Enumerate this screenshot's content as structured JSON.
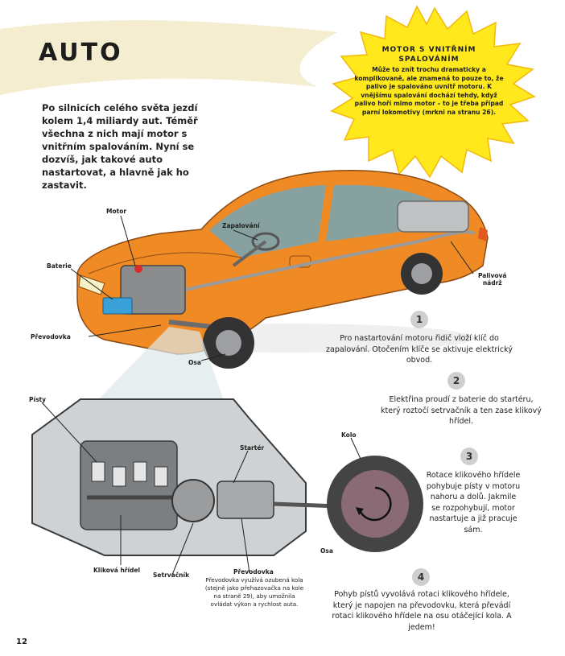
{
  "title": "AUTO",
  "intro": "Po silnicích celého světa jezdí kolem 1,4 miliardy aut. Téměř všechna z nich mají motor s vnitřním spalováním. Nyní se dozvíš, jak takové auto nastartovat, a hlavně jak ho zastavit.",
  "sunburst": {
    "title_line1": "MOTOR S VNITŘNÍM",
    "title_line2": "SPALOVÁNÍM",
    "text": "Může to znít trochu dramaticky a komplikovaně, ale znamená to pouze to, že palivo je spalováno uvnitř motoru. K vnějšímu spalování dochází tehdy, když palivo hoří mimo motor – to je třeba případ parní lokomotivy (mrkni na stranu 26)."
  },
  "labels": {
    "motor": "Motor",
    "zapalovani": "Zapalování",
    "baterie": "Baterie",
    "palivova": "Palivová",
    "nadrz": "nádrž",
    "prevodovka_top": "Převodovka",
    "osa_top": "Osa",
    "pisty": "Písty",
    "starter": "Startér",
    "kolo": "Kolo",
    "osa_bottom": "Osa",
    "klikova": "Kliková hřídel",
    "setrvacnik": "Setrvačník",
    "prevodovka_bottom": "Převodovka"
  },
  "prevodovka_note": "Převodovka využívá ozubená kola (stejně jako přehazovačka na kole na straně 29), aby umožnila ovládat výkon a rychlost auta.",
  "steps": [
    {
      "num": "1",
      "text": "Pro nastartování motoru řidič vloží klíč do zapalování. Otočením klíče se aktivuje elektrický obvod."
    },
    {
      "num": "2",
      "text": "Elektřina proudí z baterie do startéru, který roztočí setrvačník a ten zase klikový hřídel."
    },
    {
      "num": "3",
      "text": "Rotace klikového hřídele pohybuje písty v motoru nahoru a dolů. Jakmile se rozpohybují, motor nastartuje a již pracuje sám."
    },
    {
      "num": "4",
      "text": "Pohyb pístů vyvolává rotaci klikového hřídele, který je napojen na převodovku, která převádí rotaci klikového hřídele na osu otáčející kola. A jedem!"
    }
  ],
  "page_number": "12",
  "colors": {
    "car": "#f08a24",
    "sun": "#ffe81c",
    "banner": "#f4edcf",
    "engine": "#8a8c8e"
  }
}
